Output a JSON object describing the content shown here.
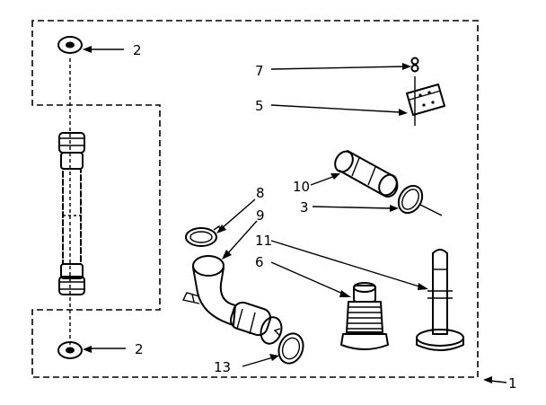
{
  "callouts": {
    "c2_top": "2",
    "c2_bottom": "2",
    "c7": "7",
    "c5": "5",
    "c10": "10",
    "c3": "3",
    "c8": "8",
    "c9": "9",
    "c11": "11",
    "c6": "6",
    "c13": "13",
    "c1": "1"
  }
}
